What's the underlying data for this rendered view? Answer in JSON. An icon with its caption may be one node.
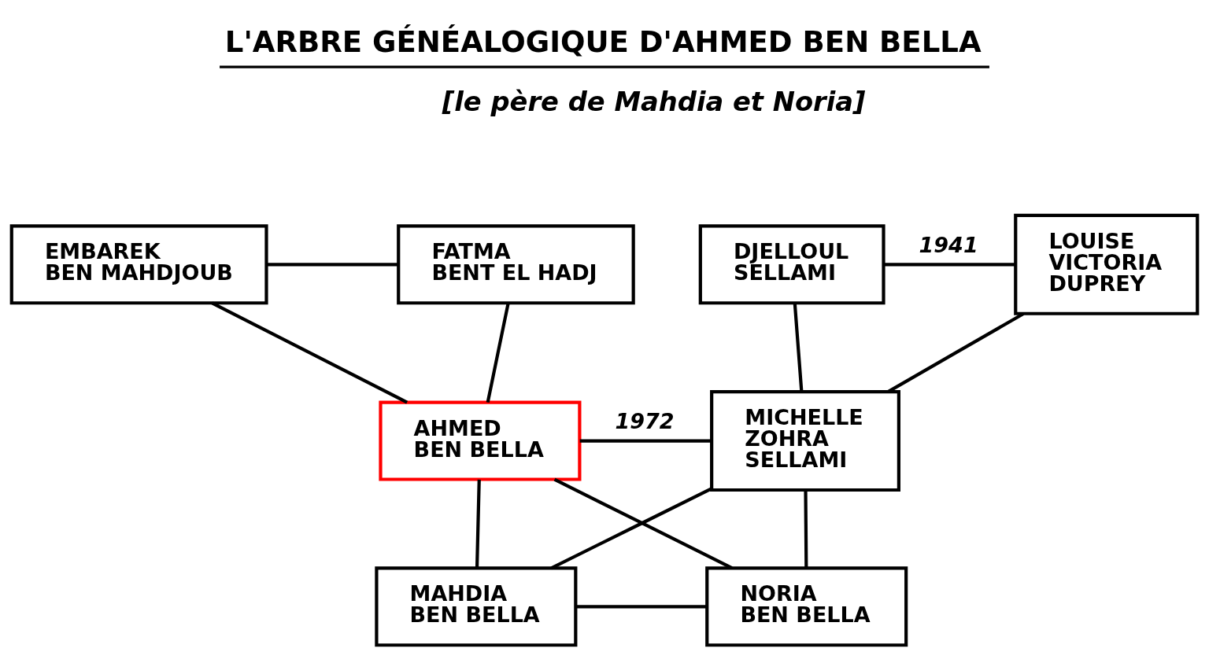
{
  "diagram": {
    "title": "L'ARBRE GÉNÉALOGIQUE D'AHMED BEN BELLA",
    "nodes": [
      {
        "text": [
          "EMBAREK BEN MAHDJOUB"
        ]
      },
      {
        "text": [
          "FATMA BENT EL HADJ"
        ]
      },
      {
        "text": [
          "DJELLOUL SELLAMI"
        ]
      },
      {
        "text": [
          "LOUISE VICTORIA DUPREY"
        ]
      },
      {
        "text": [
          "AHMED BEN BELLA"
        ]
      },
      {
        "text": [
          "MICHELLE ZOHRA SELLAMI"
        ]
      },
      {
        "text": [
          "MAHDIA BEN BELLA"
        ]
      },
      {
        "text": [
          "NORIA BEN BELLA"
        ]
      }
    ],
    "edges": [
      {
        "from": 0,
        "to": 1,
        "arrow": "none"
      },
      {
        "from": 0,
        "to": 4,
        "arrow": "none"
      },
      {
        "from": 1,
        "to": 4,
        "arrow": "none"
      },
      {
        "from": 2,
        "to": 3,
        "arrow": "none",
        "label": "1941"
      },
      {
        "from": 2,
        "to": 5,
        "arrow": "none"
      },
      {
        "from": 3,
        "to": 5,
        "arrow": "none"
      },
      {
        "from": 4,
        "to": 5,
        "arrow": "none",
        "label": "1972"
      },
      {
        "from": 4,
        "to": 6,
        "arrow": "none"
      },
      {
        "from": 4,
        "to": 7,
        "arrow": "none"
      },
      {
        "from": 5,
        "to": 6,
        "arrow": "none"
      },
      {
        "from": 5,
        "to": 7,
        "arrow": "none"
      },
      {
        "from": 6,
        "to": 7,
        "arrow": "none"
      }
    ],
    "labels": [
      "[le père de Mahdia et Noria]"
    ]
  }
}
